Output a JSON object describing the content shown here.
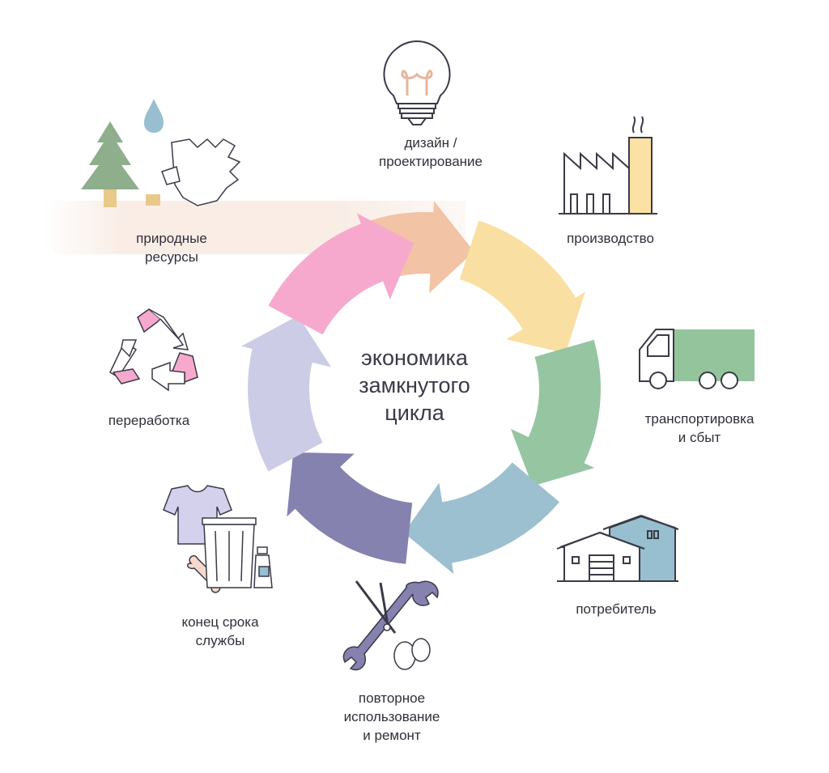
{
  "center": {
    "line1": "экономика",
    "line2": "замкнутого",
    "line3": "цикла"
  },
  "stages": {
    "design": {
      "line1": "дизайн /",
      "line2": "проектирование"
    },
    "production": {
      "line1": "производство"
    },
    "transport": {
      "line1": "транспортировка",
      "line2": "и сбыт"
    },
    "consumer": {
      "line1": "потребитель"
    },
    "reuse": {
      "line1": "повторное",
      "line2": "использование",
      "line3": "и ремонт"
    },
    "end_of_life": {
      "line1": "конец срока",
      "line2": "службы"
    },
    "recycling": {
      "line1": "переработка"
    },
    "resources": {
      "line1": "природные",
      "line2": "ресурсы"
    }
  },
  "arrow_colors": [
    "#f2c3a4",
    "#f9dfa1",
    "#96c5a2",
    "#9cc0cf",
    "#8582b0",
    "#cdcce6",
    "#f6a9cd"
  ],
  "icons": [
    "lightbulb-icon",
    "factory-icon",
    "truck-icon",
    "house-icon",
    "tools-icon",
    "trash-icon",
    "recycle-icon",
    "trees-icon"
  ]
}
